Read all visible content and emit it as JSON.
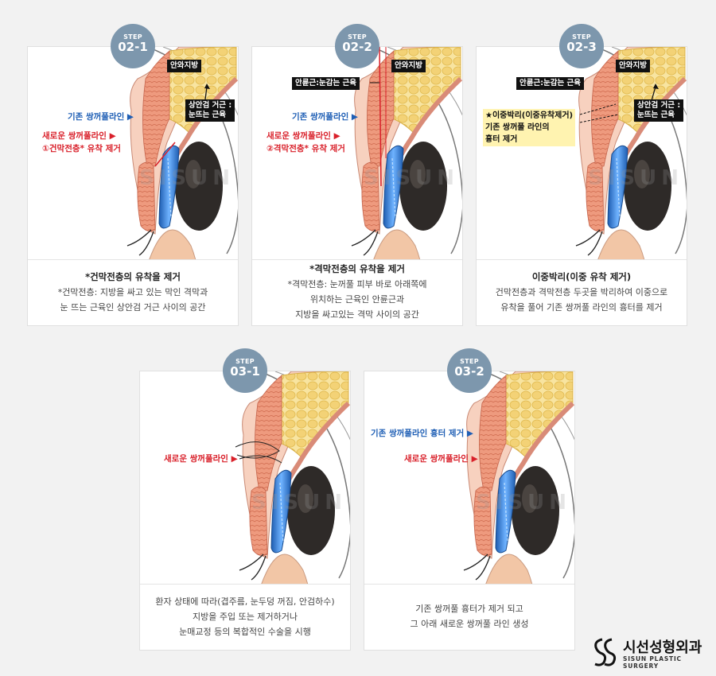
{
  "cards": [
    {
      "step_label": "STEP",
      "step_num": "02-1",
      "labels": {
        "existing_line": "기존 쌍꺼풀라인 ▶",
        "new_line": "새로운 쌍꺼풀라인 ▶",
        "new_line_sub": "①건막전층* 유착 제거",
        "fat": "안와지방",
        "muscle_1": "상안검 거근 :",
        "muscle_2": "눈뜨는 근육"
      },
      "caption_title": "*건막전층의 유착을 제거",
      "caption_lines": [
        "*건막전층: 지방을 싸고 있는 막인 격막과",
        "눈 뜨는 근육인 상안검 거근 사이의 공간"
      ]
    },
    {
      "step_label": "STEP",
      "step_num": "02-2",
      "labels": {
        "orbicularis": "안륜근:눈감는 근육",
        "existing_line": "기존 쌍꺼풀라인 ▶",
        "new_line": "새로운 쌍꺼풀라인 ▶",
        "new_line_sub": "②격막전층* 유착 제거",
        "fat": "안와지방"
      },
      "caption_title": "*격막전층의 유착을 제거",
      "caption_lines": [
        "*격막전층: 눈꺼풀 피부 바로 아래쪽에",
        "위치하는 근육인 안륜근과",
        "지방을 싸고있는 격막 사이의 공간"
      ]
    },
    {
      "step_label": "STEP",
      "step_num": "02-3",
      "labels": {
        "orbicularis": "안륜근:눈감는 근육",
        "fat": "안와지방",
        "muscle_1": "상안검 거근 :",
        "muscle_2": "눈뜨는 근육",
        "note_1": "★이중박리(이중유착제거)",
        "note_2": "기존 쌍꺼풀 라인의",
        "note_3": "흉터 제거"
      },
      "caption_title": "이중박리(이중 유착 제거)",
      "caption_lines": [
        "건막전층과 격막전층 두곳을 박리하여 이중으로",
        "유착을 풀어 기존 쌍꺼풀 라인의 흉터를 제거"
      ]
    },
    {
      "step_label": "STEP",
      "step_num": "03-1",
      "labels": {
        "new_line": "새로운 쌍꺼풀라인 ▶"
      },
      "caption_title": "",
      "caption_lines": [
        "환자 상태에 따라(겹주름, 눈두덩 꺼짐, 안검하수)",
        "지방을 주입 또는 제거하거나",
        "눈매교정 등의 복합적인 수술을 시행"
      ]
    },
    {
      "step_label": "STEP",
      "step_num": "03-2",
      "labels": {
        "scar_removed": "기존 쌍꺼풀라인 흉터 제거 ▶",
        "new_line": "새로운 쌍꺼풀라인 ▶"
      },
      "caption_title": "",
      "caption_lines": [
        "기존 쌍꺼풀 흉터가 제거 되고",
        "그 아래 새로운 쌍꺼풀 라인 생성"
      ]
    }
  ],
  "watermark": "SISUN",
  "logo": {
    "korean": "시선성형외과",
    "english": "SISUN PLASTIC SURGERY"
  },
  "colors": {
    "badge": "#7d97ad",
    "label_blue": "#1f5fb5",
    "label_red": "#d9202a",
    "skin": "#f4c7b5",
    "fat": "#f6dc8a",
    "muscle": "#e3876a",
    "tarsus_blue": "#2a73c9"
  }
}
